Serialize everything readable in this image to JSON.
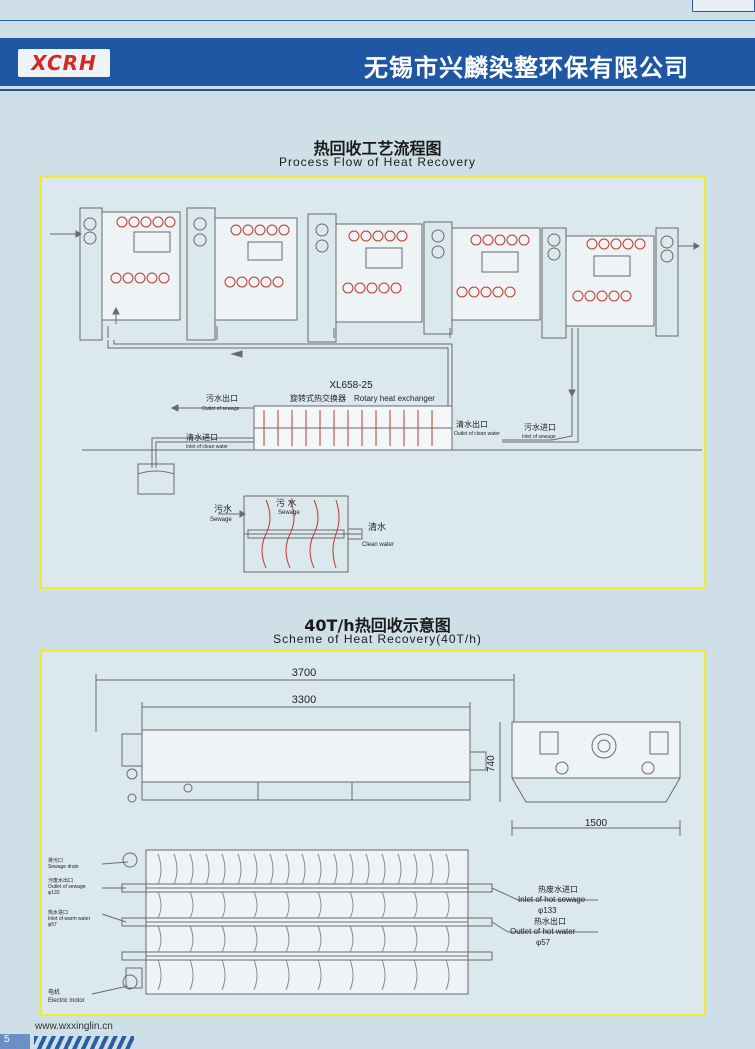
{
  "header": {
    "logo_text": "XCRH",
    "company_name": "无锡市兴麟染整环保有限公司",
    "brand_color": "#1f57a4"
  },
  "section1": {
    "title_cn": "热回收工艺流程图",
    "title_en": "Process Flow of Heat Recovery",
    "model": "XL658-25",
    "device_cn": "旋转式热交换器",
    "device_en": "Rotary heat exchanger",
    "outlet_sewage_cn": "污水出口",
    "outlet_sewage_en": "Outlet of sewage",
    "inlet_clean_cn": "清水进口",
    "inlet_clean_en": "Inlet of clean water",
    "outlet_clean_cn": "清水出口",
    "outlet_clean_en": "Outlet of clean water",
    "inlet_sewage_cn": "污水进口",
    "inlet_sewage_en": "Inlet of sewage",
    "sewage_cn": "污水",
    "sewage_en": "Sewage",
    "sewage2_cn": "污 水",
    "sewage2_en": "Sewage",
    "clean_cn": "清水",
    "clean_en": "Clean water"
  },
  "section2": {
    "title_cn": "40T/h热回收示意图",
    "title_en": "Scheme of Heat Recovery(40T/h)",
    "dim_total": "3700",
    "dim_inner": "3300",
    "dim_height": "740",
    "dim_width": "1500",
    "left_label1_cn": "排污口",
    "left_label1_en": "Sewage drain",
    "left_label2_cn": "污废水出口",
    "left_label2_en": "Outlet of sewage",
    "left_label2_dim": "φ133",
    "left_label3_cn": "热水进口",
    "left_label3_en": "Inlet of warm water",
    "left_label3_dim": "φ57",
    "motor_cn": "电机",
    "motor_en": "Electric motor",
    "inlet_hot_cn": "热废水进口",
    "inlet_hot_en": "Inlet of hot sewage",
    "inlet_hot_dim": "φ133",
    "outlet_hot_cn": "热水出口",
    "outlet_hot_en": "Outlet of hot water",
    "outlet_hot_dim": "φ57"
  },
  "footer": {
    "url": "www.wxxinglin.cn",
    "page": "5"
  }
}
